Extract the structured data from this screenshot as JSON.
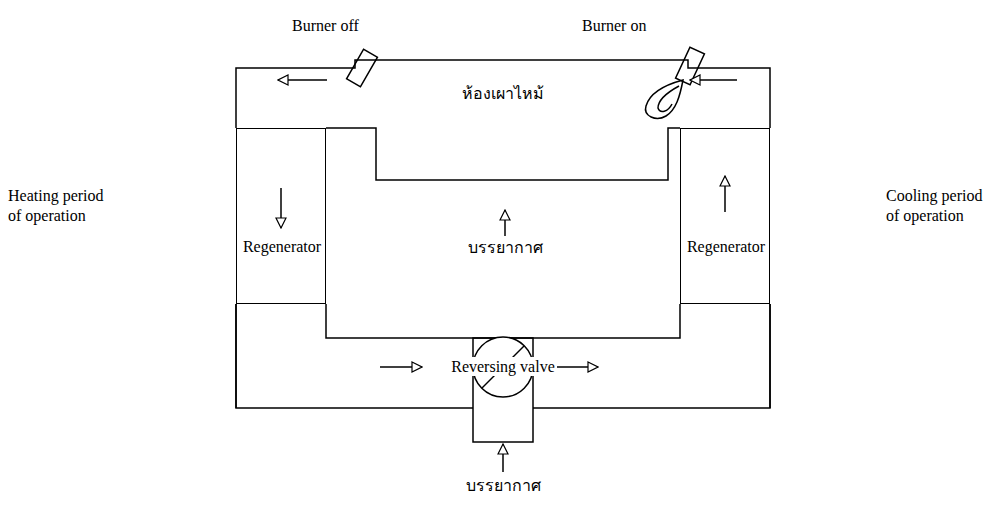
{
  "diagram": {
    "nodes": [
      {
        "text": [
          "ห้องเผาไหม้"
        ]
      },
      {
        "text": [
          "Regenerator"
        ]
      },
      {
        "text": [
          "Regenerator"
        ]
      },
      {
        "text": [
          "Reversing valve"
        ]
      }
    ],
    "edges": [
      {
        "from": 1,
        "to": 3,
        "arrow": "none"
      },
      {
        "from": 3,
        "to": 2,
        "arrow": "none"
      },
      {
        "from": 1,
        "to": 2,
        "arrow": "none"
      }
    ],
    "labels": [
      "Burner off",
      "Burner on",
      "Heating period of operation",
      "Cooling period of operation",
      "บรรยากาศ",
      "บรรยากาศ"
    ]
  }
}
